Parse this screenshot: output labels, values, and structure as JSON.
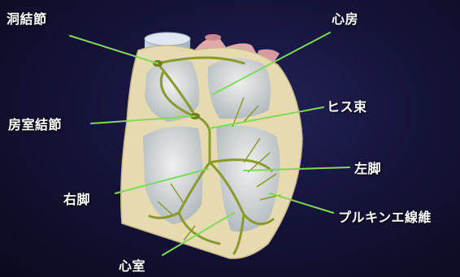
{
  "labels": {
    "sinoatrial_node": "洞結節",
    "atrium": "心房",
    "atrioventricular_node": "房室結節",
    "his_bundle": "ヒス束",
    "left_bundle_branch": "左脚",
    "right_bundle_branch": "右脚",
    "purkinje_fibers": "プルキンエ線維",
    "ventricle": "心室"
  },
  "colors": {
    "background": "#0c0b22",
    "heart_muscle": "#e8dcb0",
    "chamber": "#c8cdd0",
    "conduction": "#8a9a2a",
    "pointer_line": "#7ed957",
    "label_text": "#ffffff"
  }
}
